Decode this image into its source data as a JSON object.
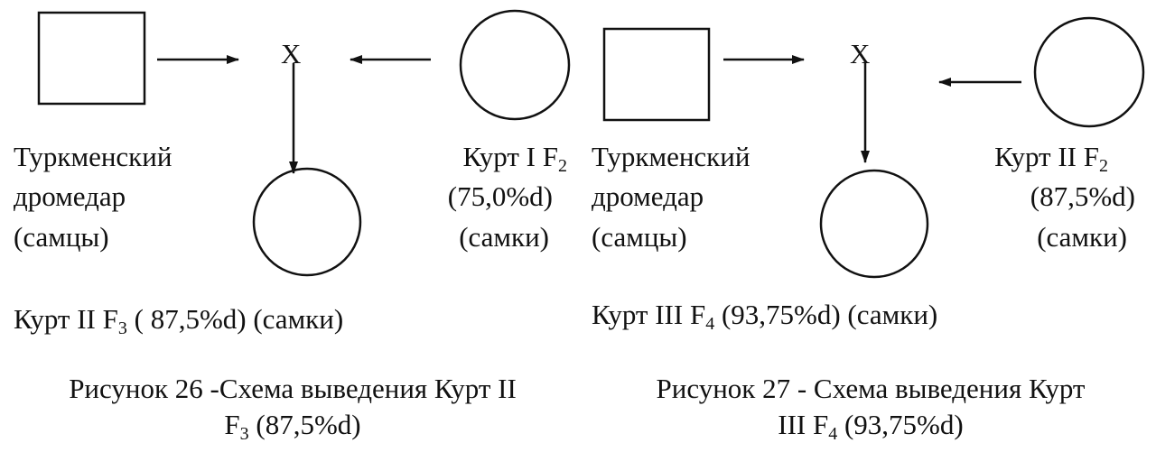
{
  "left": {
    "cross": "X",
    "male_line1": "Туркменский",
    "male_line2": "дромедар",
    "male_line3": "(самцы)",
    "female_name": "Курт I F",
    "female_sub": "2",
    "female_pct": "(75,0%d)",
    "female_sex": "(самки)",
    "offspring_pre": "Курт II F",
    "offspring_sub": "3",
    "offspring_post": " ( 87,5%d) (самки)",
    "caption_line1": "Рисунок 26 -Схема выведения Курт II",
    "caption_line2_pre": "F",
    "caption_line2_sub": "3",
    "caption_line2_post": " (87,5%d)"
  },
  "right": {
    "cross": "X",
    "male_line1": "Туркменский",
    "male_line2": "дромедар",
    "male_line3": "(самцы)",
    "female_name": "Курт II F",
    "female_sub": "2",
    "female_pct": "(87,5%d)",
    "female_sex": "(самки)",
    "offspring_pre": "Курт III F",
    "offspring_sub": "4",
    "offspring_post": " (93,75%d) (самки)",
    "caption_line1": "Рисунок 27 - Схема выведения Курт",
    "caption_line2_pre": "III F",
    "caption_line2_sub": "4",
    "caption_line2_post": " (93,75%d)"
  }
}
